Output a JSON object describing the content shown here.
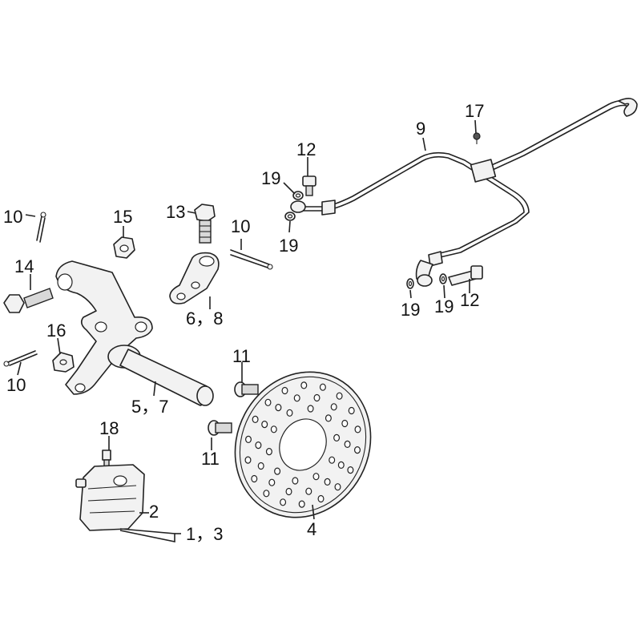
{
  "callouts": {
    "c1_3": "1，3",
    "c2": "2",
    "c4": "4",
    "c5_7": "5，7",
    "c6_8": "6，8",
    "c9": "9",
    "c10_cotter_top": "10",
    "c10_cotter_mid": "10",
    "c10_cotter_low": "10",
    "c11_upper": "11",
    "c11_lower": "11",
    "c12_top": "12",
    "c12_right": "12",
    "c13": "13",
    "c14": "14",
    "c15": "15",
    "c16": "16",
    "c17": "17",
    "c18": "18",
    "c19_top": "19",
    "c19_mid": "19",
    "c19_right_a": "19",
    "c19_right_b": "19"
  },
  "colors": {
    "line": "#222222",
    "fill": "#f2f2f2",
    "background": "#ffffff"
  }
}
